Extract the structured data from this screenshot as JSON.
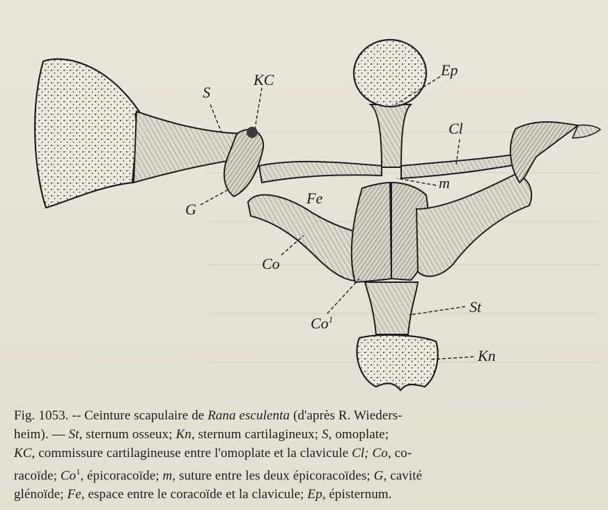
{
  "figure": {
    "labels": {
      "S": "S",
      "KC": "KC",
      "Ep": "Ep",
      "Cl": "Cl",
      "m": "m",
      "Fe": "Fe",
      "G": "G",
      "Co": "Co",
      "Co1": "Co",
      "Co1_sup": "1",
      "St": "St",
      "Kn": "Kn"
    }
  },
  "caption": {
    "line1_prefix": "Fig. 1053. -- Ceinture scapulaire de ",
    "line1_species": "Rana esculenta",
    "line1_suffix": " (d'après R. Wieders-",
    "line2_a": "heim). — ",
    "line2_St": "St",
    "line2_b": ", sternum osseux; ",
    "line2_Kn": "Kn",
    "line2_c": ", sternum cartilagineux; ",
    "line2_S": "S",
    "line2_d": ", omoplate;",
    "line3_KC": "KC",
    "line3_a": ", commissure cartilagineuse entre l'omoplate et la clavicule ",
    "line3_Cl": "Cl;",
    "line3_Co": " Co",
    "line3_b": ", co-",
    "line4_a": "racoïde; ",
    "line4_Co1": "Co",
    "line4_sup": "1",
    "line4_b": ", épicoracoïde; ",
    "line4_m": "m",
    "line4_c": ", suture entre les deux épicoracoïdes; ",
    "line4_G": "G",
    "line4_d": ", cavité",
    "line5_a": "glénoïde; ",
    "line5_Fe": "Fe",
    "line5_b": ", espace entre le coracoïde et la clavicule; ",
    "line5_Ep": "Ep",
    "line5_c": ", épisternum."
  }
}
